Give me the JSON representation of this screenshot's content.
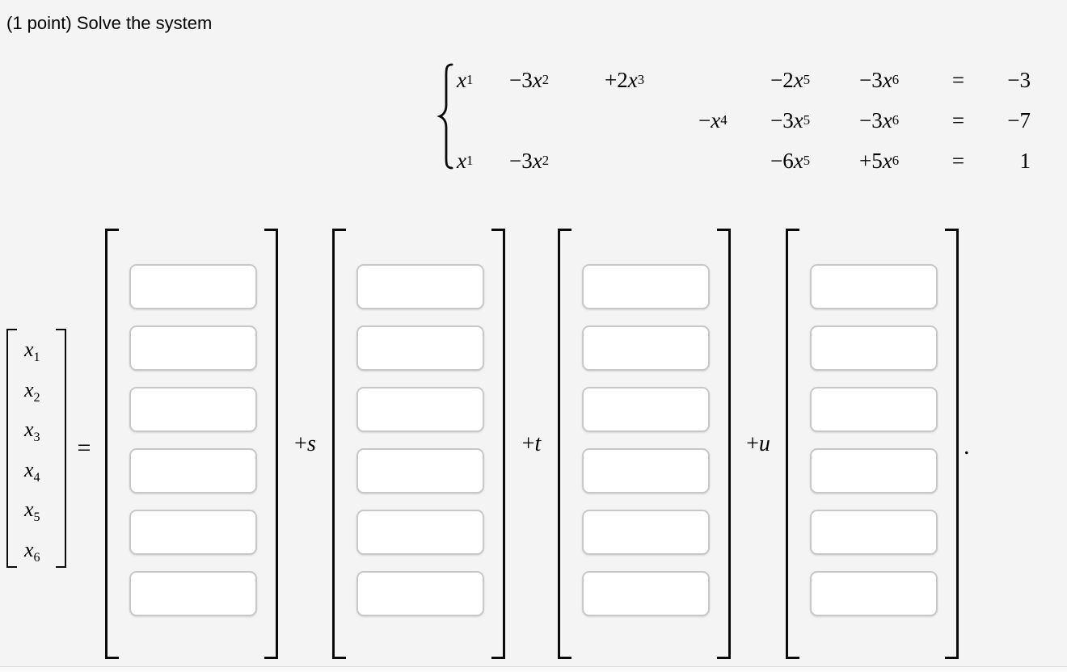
{
  "page": {
    "title": "(1 point) Solve the system",
    "background": "#f4f4f4",
    "divider_color": "#dadada"
  },
  "system": {
    "rows": [
      {
        "cells": [
          "x_1",
          "−3x_2",
          "+2x_3",
          "",
          "−2x_5",
          "−3x_6",
          "=",
          "−3"
        ]
      },
      {
        "cells": [
          "",
          "",
          "",
          "−x_4",
          "−3x_5",
          "−3x_6",
          "=",
          "−7"
        ]
      },
      {
        "cells": [
          "x_1",
          "−3x_2",
          "",
          "",
          "−6x_5",
          "+5x_6",
          "=",
          "1"
        ]
      }
    ]
  },
  "solution": {
    "lhs_vector": [
      "x_1",
      "x_2",
      "x_3",
      "x_4",
      "x_5",
      "x_6"
    ],
    "equals": "=",
    "vectors": [
      {
        "scalar": "",
        "entries": [
          "",
          "",
          "",
          "",
          "",
          ""
        ]
      },
      {
        "scalar": "+s",
        "entries": [
          "",
          "",
          "",
          "",
          "",
          ""
        ]
      },
      {
        "scalar": "+t",
        "entries": [
          "",
          "",
          "",
          "",
          "",
          ""
        ]
      },
      {
        "scalar": "+u",
        "entries": [
          "",
          "",
          "",
          "",
          "",
          ""
        ]
      }
    ],
    "trailing_punctuation": "."
  }
}
